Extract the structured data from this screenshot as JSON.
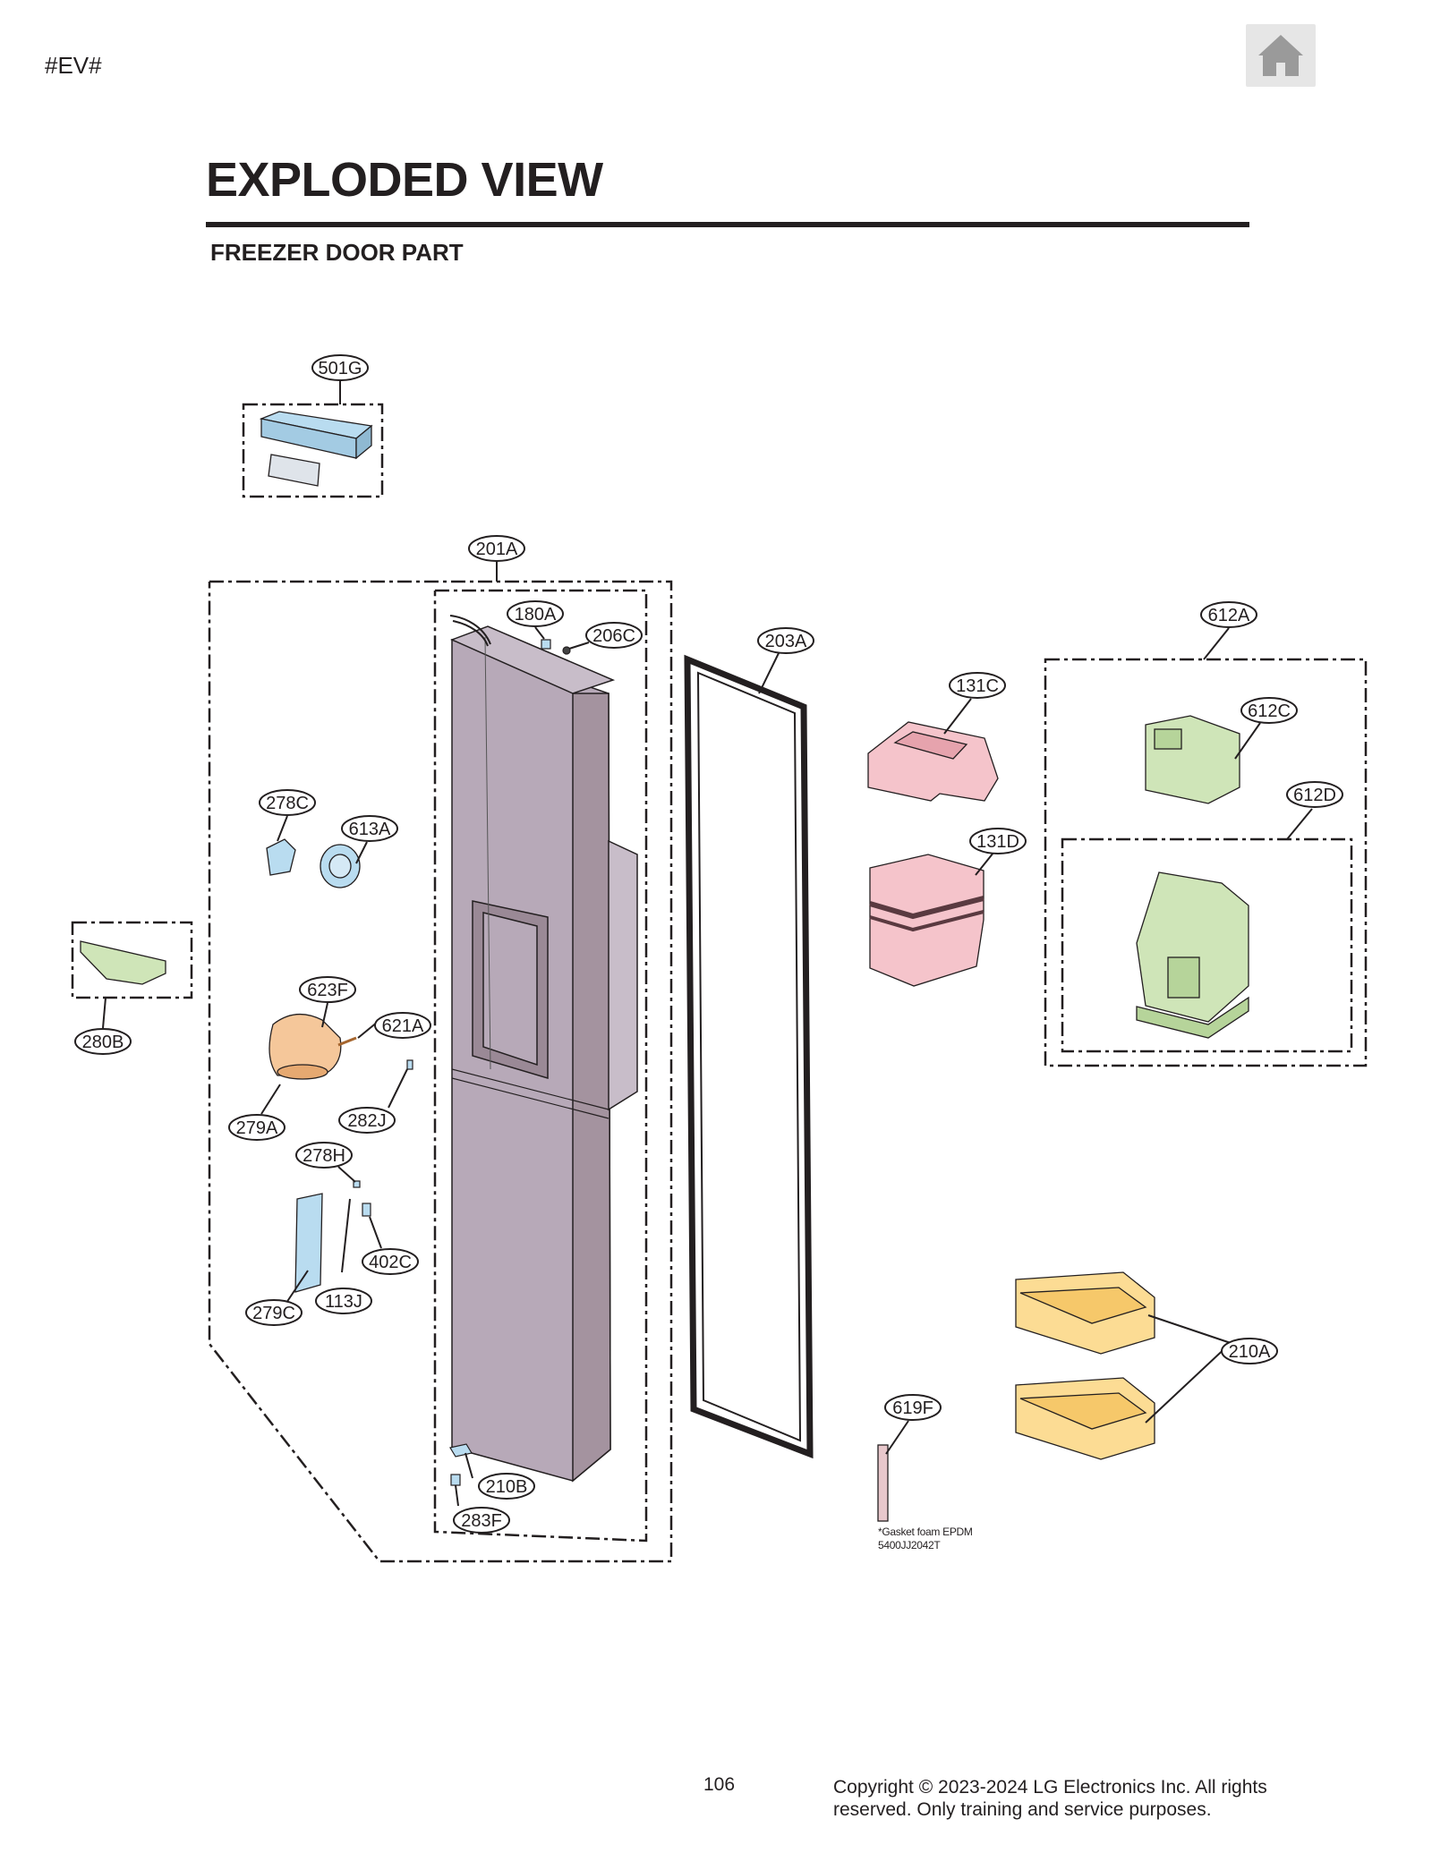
{
  "header": {
    "tag": "#EV#",
    "home_icon": "home-icon"
  },
  "page": {
    "title": "EXPLODED VIEW",
    "section": "FREEZER DOOR PART"
  },
  "callouts": {
    "c501G": "501G",
    "c201A": "201A",
    "c180A": "180A",
    "c206C": "206C",
    "c203A": "203A",
    "c612A": "612A",
    "c131C": "131C",
    "c612C": "612C",
    "c612D": "612D",
    "c131D": "131D",
    "c278C": "278C",
    "c613A": "613A",
    "c280B": "280B",
    "c623F": "623F",
    "c621A": "621A",
    "c279A": "279A",
    "c282J": "282J",
    "c278H": "278H",
    "c402C": "402C",
    "c279C": "279C",
    "c113J": "113J",
    "c210A": "210A",
    "c619F": "619F",
    "c210B": "210B",
    "c283F": "283F"
  },
  "note": {
    "line1": "*Gasket foam EPDM",
    "line2": "5400JJ2042T"
  },
  "footer": {
    "page_number": "106",
    "copyright": "Copyright © 2023-2024 LG Electronics Inc. All rights reserved. Only training and service purposes."
  },
  "colors": {
    "door": "#b7a9b8",
    "blue_part": "#b9dcf0",
    "green_part": "#cfe5b8",
    "pink_part": "#f5c4cb",
    "orange_part": "#f5c79a",
    "yellow_part": "#fcdc94"
  }
}
